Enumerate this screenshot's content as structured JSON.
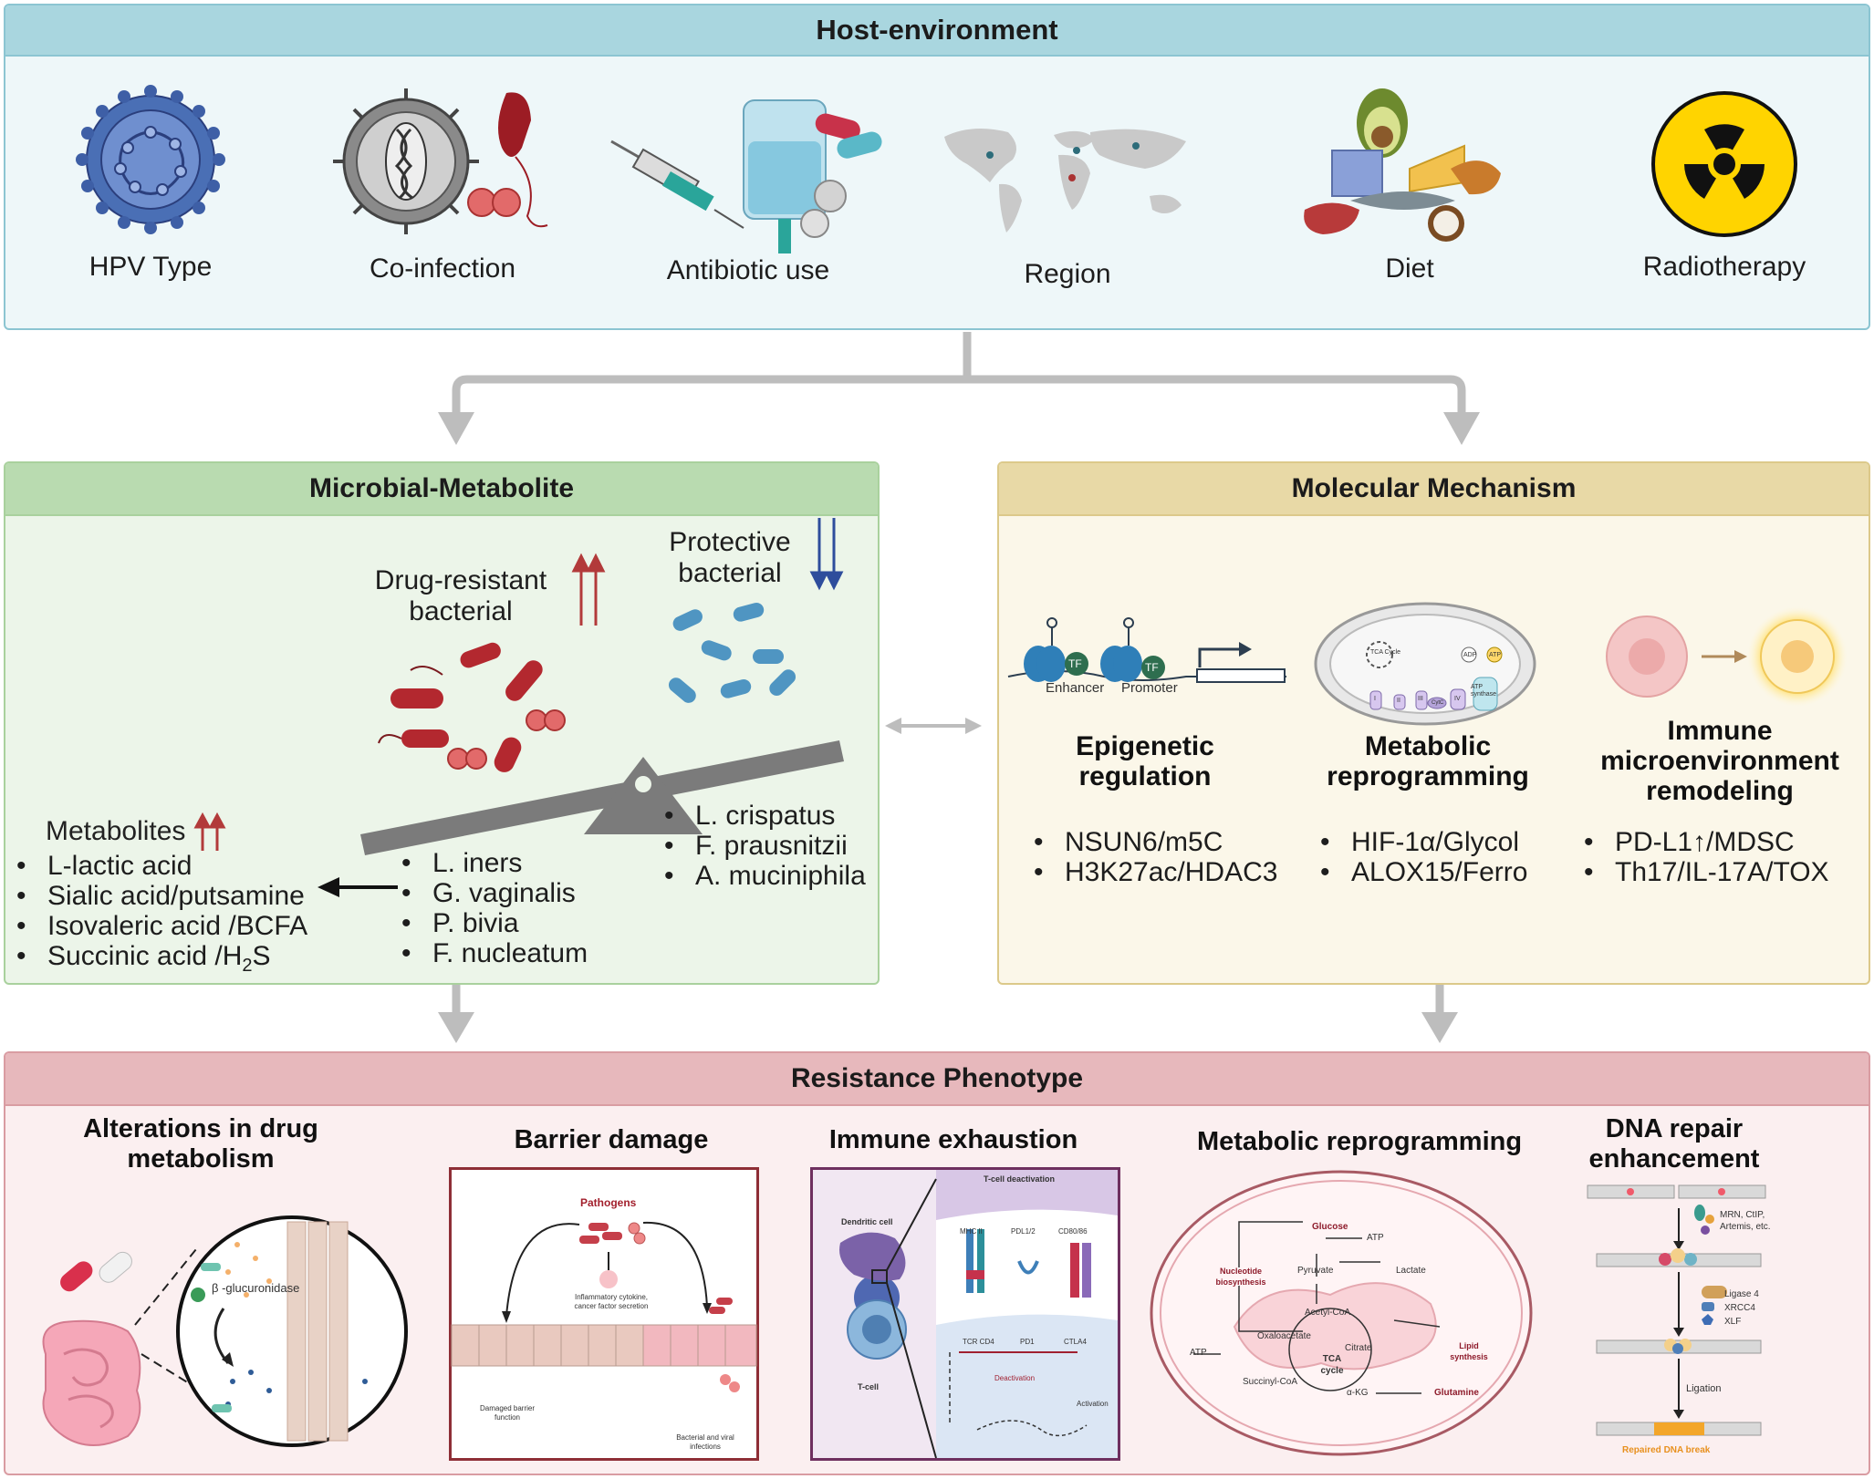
{
  "host": {
    "title": "Host-environment",
    "items": [
      {
        "label": "HPV Type"
      },
      {
        "label": "Co-infection"
      },
      {
        "label": "Antibiotic use"
      },
      {
        "label": "Region"
      },
      {
        "label": "Diet"
      },
      {
        "label": "Radiotherapy"
      }
    ]
  },
  "microbial": {
    "title": "Microbial-Metabolite",
    "drug_resistant": "Drug-resistant bacterial",
    "protective": "Protective bacterial",
    "metabolites_title": "Metabolites",
    "metabolites": [
      "L-lactic acid",
      "Sialic acid/putsamine",
      "Isovaleric acid /BCFA"
    ],
    "metabolite_last_prefix": "Succinic acid /H",
    "metabolite_last_sub": "2",
    "metabolite_last_suffix": "S",
    "resistant_species": [
      "L. iners",
      "G. vaginalis",
      "P. bivia",
      "F. nucleatum"
    ],
    "protective_species": [
      "L. crispatus",
      "F. prausnitzii",
      "A. muciniphila"
    ]
  },
  "molecular": {
    "title": "Molecular Mechanism",
    "tf1": "TF",
    "tf2": "TF",
    "enhancer": "Enhancer",
    "promoter": "Promoter",
    "tca_cycle": "TCA Cycle",
    "adp": "ADP",
    "atp": "ATP",
    "atp_synthase": "ATP synthase",
    "complexes": [
      "I",
      "II",
      "III",
      "CytC",
      "IV"
    ],
    "columns": [
      {
        "title": "Epigenetic regulation",
        "items": [
          "NSUN6/m5C",
          "H3K27ac/HDAC3"
        ]
      },
      {
        "title": "Metabolic reprogramming",
        "items": [
          "HIF-1α/Glycol",
          "ALOX15/Ferro"
        ]
      },
      {
        "title": "Immune microenvironment remodeling",
        "items": [
          "PD-L1↑/MDSC",
          "Th17/IL-17A/TOX"
        ]
      }
    ]
  },
  "resistance": {
    "title": "Resistance Phenotype",
    "drug_metabolism": {
      "title": "Alterations in drug metabolism",
      "enzyme": "β -glucuronidase"
    },
    "barrier": {
      "title": "Barrier damage",
      "pathogens": "Pathogens",
      "cytokine": "Inflammatory cytokine, cancer factor secretion",
      "damaged": "Damaged barrier function",
      "infections": "Bacterial and viral infections"
    },
    "immune": {
      "title": "Immune exhaustion",
      "deactivation_title": "T-cell deactivation",
      "dendritic": "Dendritic cell",
      "tcell": "T-cell",
      "top_labels": [
        "MHC II",
        "PDL1/2",
        "CD80/86"
      ],
      "bottom_labels": [
        "TCR CD4",
        "PD1",
        "CTLA4"
      ],
      "deactivation": "Deactivation",
      "activation": "Activation"
    },
    "metabolic": {
      "title": "Metabolic reprogramming",
      "glucose": "Glucose",
      "atp_top": "ATP",
      "pyruvate": "Pyruvate",
      "lactate": "Lactate",
      "nucleotide": "Nucleotide biosynthesis",
      "acetyl": "Acetyl-CoA",
      "oxalo": "Oxaloacetate",
      "citrate": "Citrate",
      "lipid": "Lipid synthesis",
      "atp_left": "ATP",
      "tca": "TCA cycle",
      "succinyl": "Succinyl-CoA",
      "akg": "α-KG",
      "glutamine": "Glutamine"
    },
    "dna": {
      "title": "DNA repair enhancement",
      "factors1": [
        "MRN, CtIP,",
        "Artemis, etc."
      ],
      "factors2": [
        "Ligase 4",
        "XRCC4",
        "XLF"
      ],
      "ligation": "Ligation",
      "repaired": "Repaired DNA break"
    }
  },
  "colors": {
    "host_header": "#a9d6df",
    "host_bg": "#eef7f9",
    "micro_header": "#b9dbb0",
    "micro_bg": "#ecf5e9",
    "mol_header": "#e8d9a6",
    "mol_bg": "#fbf7e9",
    "res_header": "#e7b8bc",
    "res_bg": "#fbeff0",
    "arrow": "#bdbdbd"
  }
}
